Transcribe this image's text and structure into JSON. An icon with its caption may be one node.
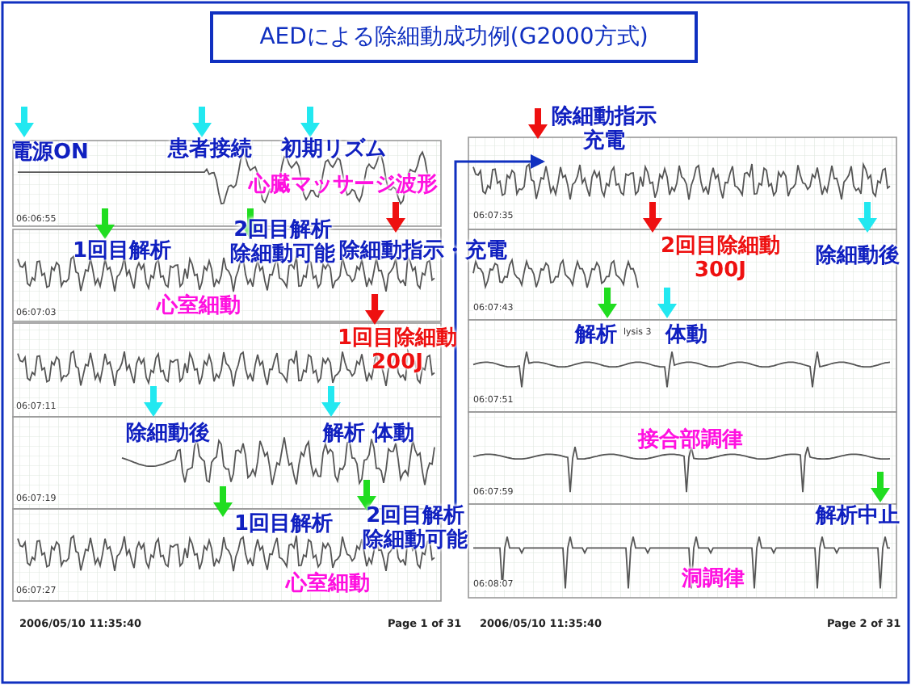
{
  "diagram": {
    "title": "AEDによる除細動成功例(G2000方式)",
    "nodes": [
      {
        "text": [
          "2回目解析除細動可能"
        ]
      },
      {
        "text": [
          "除細動指示充電"
        ]
      }
    ],
    "edges": [
      {
        "from": 0,
        "to": 1,
        "arrow": "to"
      }
    ],
    "labels": [
      "電源ON",
      "患者接続",
      "初期リズム",
      "心臓マッサージ波形",
      "06:06:55",
      "1回目解析",
      "2回目解析除細動可能",
      "除細動指示・充電",
      "06:07:03",
      "心室細動",
      "1回目除細動 200J",
      "06:07:11",
      "除細動後",
      "解析 体動",
      "06:07:19",
      "1回目解析",
      "06:07:27",
      "心室細動",
      "2006/05/10 11:35:40",
      "Page 1 of 31",
      "06:07:35",
      "2回目除細動 300J",
      "除細動後",
      "06:07:43",
      "解析",
      "lysis 3",
      "体動",
      "06:07:51",
      "接合部調律",
      "06:07:59",
      "解析中止",
      "洞調律",
      "06:08:07",
      "2006/05/10 11:35:40",
      "Page 2 of 31"
    ]
  }
}
